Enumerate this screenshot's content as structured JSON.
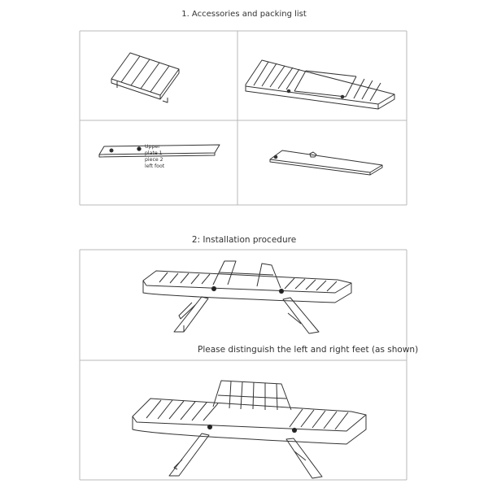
{
  "section1": {
    "title": "1. Accessories and packing list"
  },
  "parts_label": {
    "lines": [
      "Upper",
      "plate 1",
      "piece 2",
      "left foot"
    ]
  },
  "section2": {
    "title": "2: Installation procedure"
  },
  "note": "Please distinguish the left and right feet (as shown)"
}
